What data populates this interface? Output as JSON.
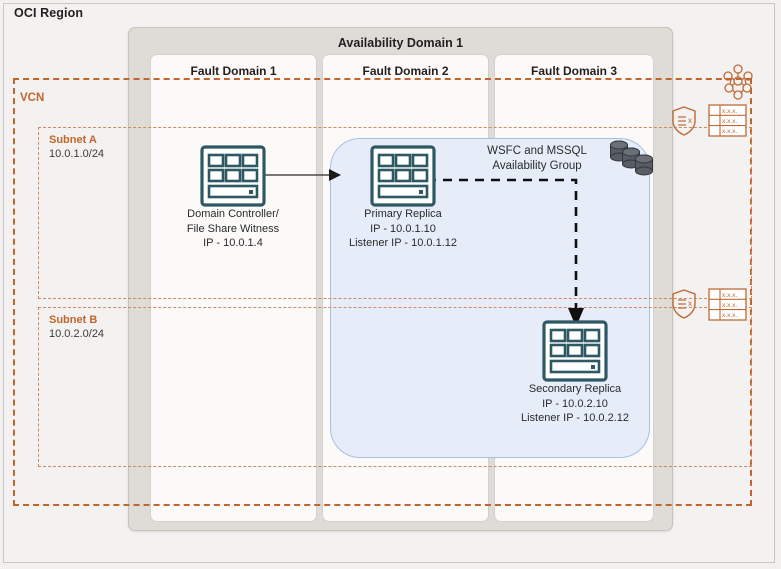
{
  "region": {
    "title": "OCI Region"
  },
  "availability_domain": {
    "title": "Availability Domain 1"
  },
  "fault_domains": [
    {
      "title": "Fault Domain 1"
    },
    {
      "title": "Fault Domain 2"
    },
    {
      "title": "Fault Domain 3"
    }
  ],
  "vcn": {
    "label": "VCN"
  },
  "subnets": [
    {
      "name": "Subnet A",
      "cidr": "10.0.1.0/24"
    },
    {
      "name": "Subnet B",
      "cidr": "10.0.2.0/24"
    }
  ],
  "availability_group": {
    "title_line1": "WSFC and MSSQL",
    "title_line2": "Availability Group"
  },
  "nodes": [
    {
      "id": "domain-controller",
      "icon": "server-icon",
      "line1": "Domain Controller/",
      "line2": "File Share Witness",
      "line3": "IP - 10.0.1.4"
    },
    {
      "id": "primary-replica",
      "icon": "server-icon",
      "line1": "Primary Replica",
      "line2": "IP - 10.0.1.10",
      "line3": "Listener IP - 10.0.1.12"
    },
    {
      "id": "secondary-replica",
      "icon": "server-icon",
      "line1": "Secondary Replica",
      "line2": "IP - 10.0.2.10",
      "line3": "Listener IP - 10.0.2.12"
    }
  ],
  "network_icons": [
    {
      "id": "service-gateway",
      "icon": "network-cluster-icon"
    },
    {
      "id": "security-list-subnet-a",
      "icon": "shield-list-icon"
    },
    {
      "id": "route-table-subnet-a",
      "icon": "route-table-icon"
    },
    {
      "id": "security-list-subnet-b",
      "icon": "shield-list-icon"
    },
    {
      "id": "route-table-subnet-b",
      "icon": "route-table-icon"
    }
  ],
  "route_table_rows": [
    "x.x.x.",
    "x.x.x.",
    "x.x.x."
  ],
  "database_stack": {
    "id": "database-cluster-icon",
    "count": 3
  },
  "colors": {
    "canvas": "#f2f1ef",
    "region_fill": "#f3f2f0",
    "ad_fill": "#dedcd7",
    "fd_fill": "#fbfaf9",
    "vcn_dash": "#c0652c",
    "subnet_dash": "#d08a5e",
    "ag_fill": "#e6edf9",
    "ag_border": "#a8c0e0",
    "server_icon": "#2e5964",
    "db_icon": "#4a4f55",
    "text": "#231f20"
  },
  "connectors": [
    {
      "id": "dc-to-primary",
      "style": "solid",
      "arrow": true
    },
    {
      "id": "primary-to-secondary",
      "style": "dashed",
      "arrow": true
    }
  ]
}
